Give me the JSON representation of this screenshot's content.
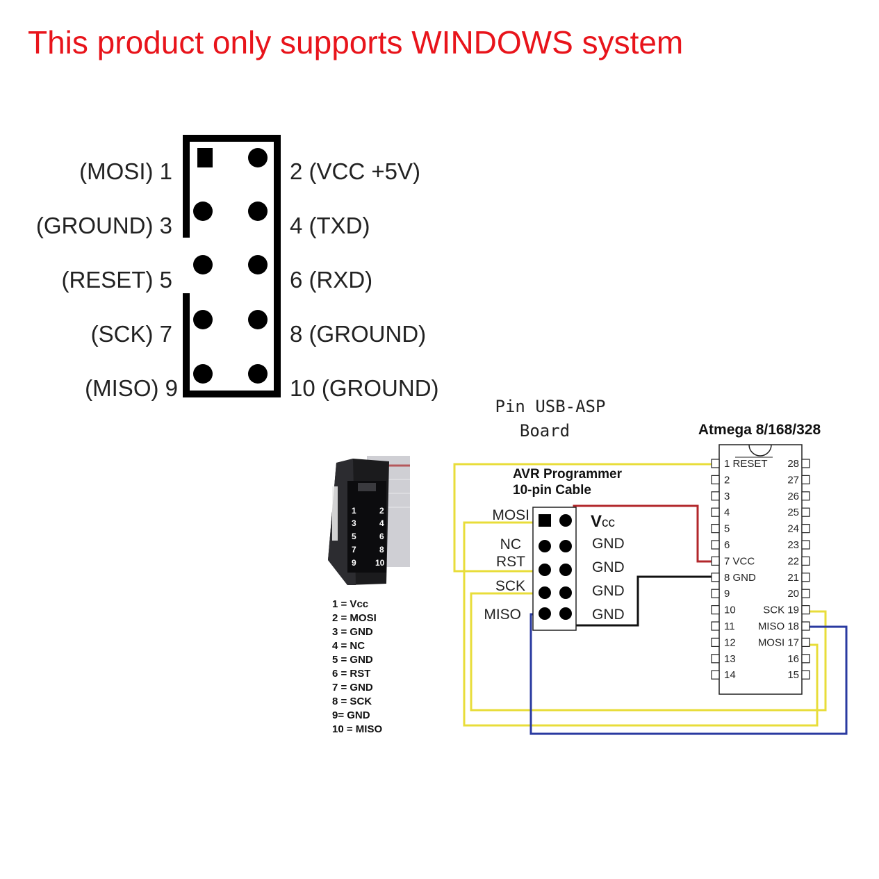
{
  "banner": {
    "text": "This product only supports WINDOWS system",
    "color": "#e8141b"
  },
  "header": {
    "left_labels": [
      "(MOSI) 1",
      "(GROUND) 3",
      "(RESET) 5",
      "(SCK) 7",
      "(MISO) 9"
    ],
    "right_labels": [
      "2 (VCC +5V)",
      "4 (TXD)",
      "6 (RXD)",
      "8 (GROUND)",
      "10 (GROUND)"
    ]
  },
  "photo": {
    "pin_numbers": [
      "1",
      "2",
      "3",
      "4",
      "5",
      "6",
      "7",
      "8",
      "9",
      "10"
    ],
    "legend": [
      "1 = Vcc",
      "2 = MOSI",
      "3 = GND",
      "4 = NC",
      "5 = GND",
      "6 = RST",
      "7 = GND",
      "8 = SCK",
      "9= GND",
      "10 = MISO"
    ]
  },
  "wiring": {
    "usbasp_title_line1": "Pin USB-ASP",
    "usbasp_title_line2": "Board",
    "cable_title_line1": "AVR Programmer",
    "cable_title_line2": "10-pin Cable",
    "cable_left": [
      "MOSI",
      "NC",
      "RST",
      "SCK",
      "MISO"
    ],
    "cable_right_vcc_main": "V",
    "cable_right_vcc_sub": "cc",
    "cable_right": [
      "GND",
      "GND",
      "GND",
      "GND"
    ],
    "chip_title": "Atmega 8/168/328",
    "chip_left_pins": [
      "1",
      "2",
      "3",
      "4",
      "5",
      "6",
      "7",
      "8",
      "9",
      "10",
      "11",
      "12",
      "13",
      "14"
    ],
    "chip_left_names": [
      "RESET",
      "",
      "",
      "",
      "",
      "",
      "VCC",
      "GND",
      "",
      "",
      "",
      "",
      "",
      ""
    ],
    "chip_right_pins": [
      "28",
      "27",
      "26",
      "25",
      "24",
      "23",
      "22",
      "21",
      "20",
      "19",
      "18",
      "17",
      "16",
      "15"
    ],
    "chip_right_names": [
      "",
      "",
      "",
      "",
      "",
      "",
      "",
      "",
      "",
      "SCK",
      "MISO",
      "MOSI",
      "",
      ""
    ],
    "wire_colors": {
      "yellow": "#e8dd3a",
      "red": "#b2272b",
      "blue": "#2a3aa0",
      "black": "#111111"
    }
  }
}
